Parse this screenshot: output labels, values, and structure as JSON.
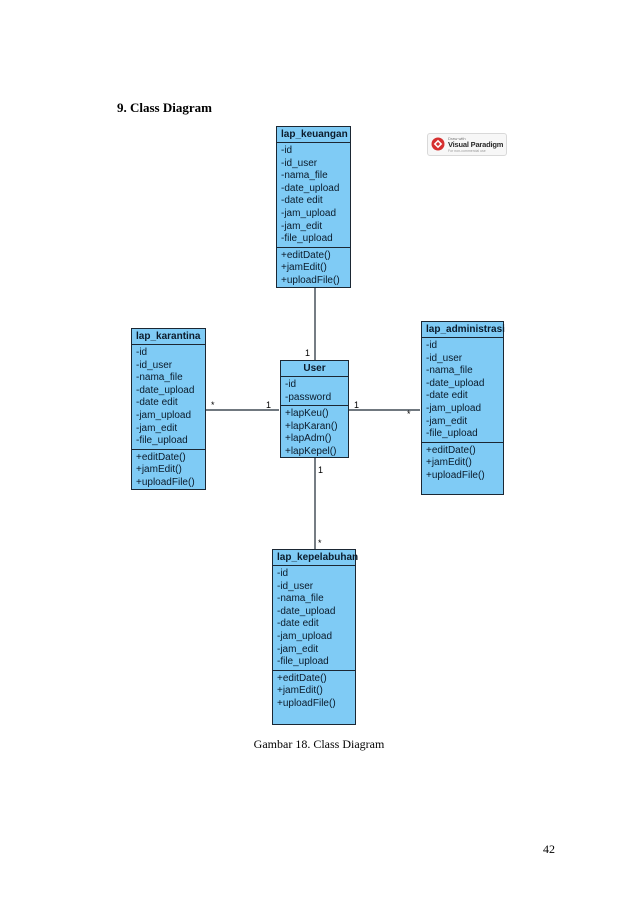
{
  "heading": "9. Class Diagram",
  "caption": "Gambar 18. Class Diagram",
  "page_number": "42",
  "logo": {
    "line1": "Draw with",
    "line2": "Visual Paradigm",
    "line3": "For non-commercial use"
  },
  "classes": {
    "lap_keuangan": {
      "name": "lap_keuangan",
      "attributes": [
        "-id",
        "-id_user",
        "-nama_file",
        "-date_upload",
        "-date edit",
        "-jam_upload",
        "-jam_edit",
        "-file_upload"
      ],
      "operations": [
        "+editDate()",
        "+jamEdit()",
        "+uploadFile()"
      ]
    },
    "lap_karantina": {
      "name": "lap_karantina",
      "attributes": [
        "-id",
        "-id_user",
        "-nama_file",
        "-date_upload",
        "-date edit",
        "-jam_upload",
        "-jam_edit",
        "-file_upload"
      ],
      "operations": [
        "+editDate()",
        "+jamEdit()",
        "+uploadFile()"
      ]
    },
    "user": {
      "name": "User",
      "attributes": [
        "-id",
        "-password"
      ],
      "operations": [
        "+lapKeu()",
        "+lapKaran()",
        "+lapAdm()",
        "+lapKepel()"
      ]
    },
    "lap_administrasi": {
      "name": "lap_administrasi",
      "attributes": [
        "-id",
        "-id_user",
        "-nama_file",
        "-date_upload",
        "-date edit",
        "-jam_upload",
        "-jam_edit",
        "-file_upload"
      ],
      "operations": [
        "+editDate()",
        "+jamEdit()",
        "+uploadFile()"
      ]
    },
    "lap_kepelabuhan": {
      "name": "lap_kepelabuhan",
      "attributes": [
        "-id",
        "-id_user",
        "-nama_file",
        "-date_upload",
        "-date edit",
        "-jam_upload",
        "-jam_edit",
        "-file_upload"
      ],
      "operations": [
        "+editDate()",
        "+jamEdit()",
        "+uploadFile()"
      ]
    }
  },
  "multiplicities": {
    "keuangan_user": "1",
    "karantina_side": "*",
    "user_left": "1",
    "user_right": "1",
    "administrasi_side": "*",
    "user_bottom": "1",
    "kepelabuhan_side": "*"
  }
}
